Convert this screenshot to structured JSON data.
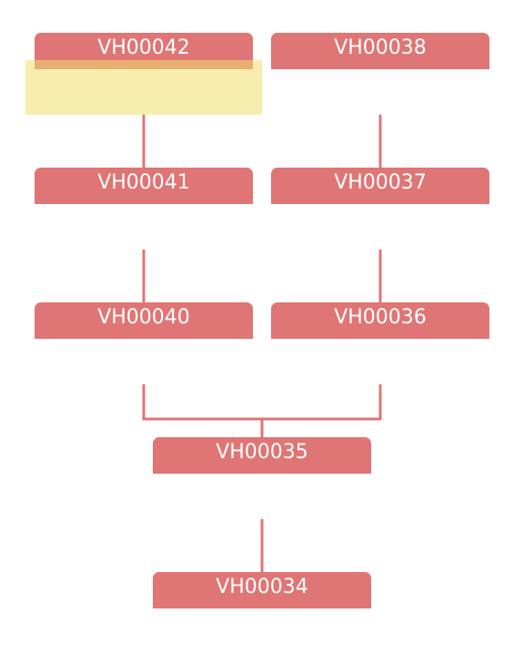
{
  "colors": {
    "node_fill": "#e07575",
    "node_text": "#ffffff",
    "connector": "#e07575",
    "highlight": "#f0de6e"
  },
  "nodes": [
    {
      "id": "n42",
      "label": "VH00042"
    },
    {
      "id": "n38",
      "label": "VH00038"
    },
    {
      "id": "n41",
      "label": "VH00041"
    },
    {
      "id": "n37",
      "label": "VH00037"
    },
    {
      "id": "n40",
      "label": "VH00040"
    },
    {
      "id": "n36",
      "label": "VH00036"
    },
    {
      "id": "n35",
      "label": "VH00035"
    },
    {
      "id": "n34",
      "label": "VH00034"
    }
  ],
  "edges": [
    {
      "from": "n42",
      "to": "n41"
    },
    {
      "from": "n41",
      "to": "n40"
    },
    {
      "from": "n40",
      "to": "n35"
    },
    {
      "from": "n38",
      "to": "n37"
    },
    {
      "from": "n37",
      "to": "n36"
    },
    {
      "from": "n36",
      "to": "n35"
    },
    {
      "from": "n35",
      "to": "n34"
    }
  ],
  "highlighted_node": "n42"
}
